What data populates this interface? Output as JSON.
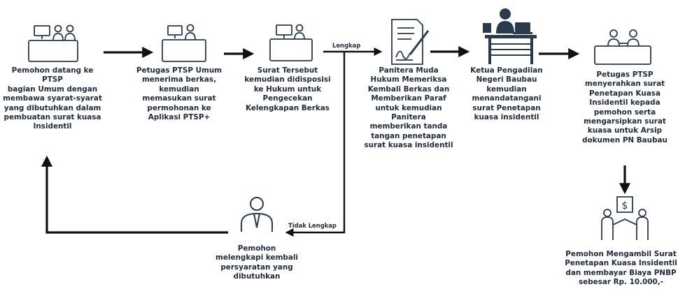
{
  "steps": [
    {
      "id": "s1",
      "icon": "front-desk-staff-icon",
      "text": "Pemohon datang ke PTSP\nbagian Umum dengan\nmembawa syarat-syarat\nyang dibutuhkan dalam\npembuatan surat kuasa\nInsidentil"
    },
    {
      "id": "s2",
      "icon": "front-desk-staff-icon",
      "text": "Petugas PTSP Umum\nmenerima berkas,\nkemudian\nmemasukan surat\npermohonan ke\nAplikasi PTSP+"
    },
    {
      "id": "s3",
      "icon": "front-desk-computer-icon",
      "text": "Surat Tersebut\nkemudian didisposisi\nke  Hukum untuk\nPengecekan\nKelengkapan Berkas"
    },
    {
      "id": "s4",
      "icon": "document-sign-icon",
      "text": "Panitera Muda\nHukum Memeriksa\nKembali Berkas dan\nMemberikan Paraf\nuntuk kemudian\nPanitera\nmemberikan tanda\ntangan penetapan\nsurat kuasa insidentil"
    },
    {
      "id": "s5",
      "icon": "judge-at-desk-icon",
      "text": "Ketua Pengadilan\nNegeri Baubau\nkemudian\nmenandatangani\nsurat Penetapan\nkuasa insidentil"
    },
    {
      "id": "s6",
      "icon": "handover-counter-icon",
      "text": "Petugas PTSP\nmenyerahkan surat\nPenetapan Kuasa\nInsidentil kepada\npemohon serta\nmengarsipkan surat\nkuasa untuk Arsip\ndokumen PN Baubau"
    },
    {
      "id": "s7",
      "icon": "payment-handshake-icon",
      "text": "Pemohon Mengambil Surat\nPenetapan Kuasa Insidentil\ndan membayar Biaya PNBP\nsebesar Rp. 10.000,-"
    },
    {
      "id": "s8",
      "icon": "applicant-person-icon",
      "text": "Pemohon\nmelengkapi kembali\npersyaratan yang\ndibutuhkan"
    }
  ],
  "edges": [
    {
      "from": "s1",
      "to": "s2",
      "label": ""
    },
    {
      "from": "s2",
      "to": "s3",
      "label": ""
    },
    {
      "from": "s3",
      "to": "s4",
      "label": "Lengkap"
    },
    {
      "from": "s4",
      "to": "s5",
      "label": ""
    },
    {
      "from": "s5",
      "to": "s6",
      "label": ""
    },
    {
      "from": "s6",
      "to": "s7",
      "label": ""
    },
    {
      "from": "s3",
      "to": "s8",
      "label": "Tidak Lengkap"
    },
    {
      "from": "s8",
      "to": "s1",
      "label": ""
    }
  ],
  "colors": {
    "ink": "#1f2a3a",
    "icon": "#2c3a4e"
  }
}
